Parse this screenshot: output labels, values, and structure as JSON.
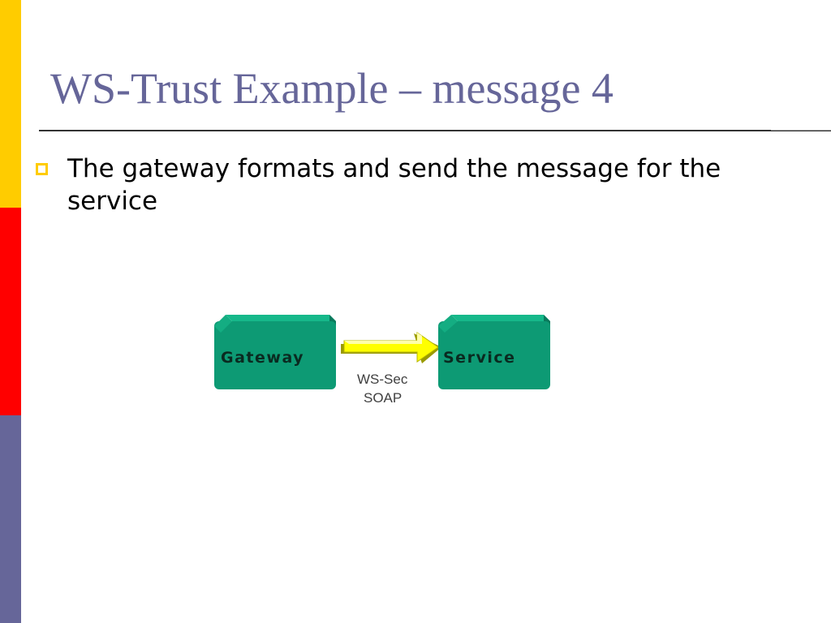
{
  "slide": {
    "title": "WS-Trust Example – message 4",
    "bullets": [
      "The gateway formats and send the message for the service"
    ]
  },
  "diagram": {
    "nodes": {
      "gateway": "Gateway",
      "service": "Service"
    },
    "edge": {
      "line1": "WS-Sec",
      "line2": "SOAP"
    }
  },
  "colors": {
    "title": "#666699",
    "sidebar_top": "#ffcc00",
    "sidebar_middle": "#ff0000",
    "sidebar_bottom": "#666699",
    "bullet": "#ffcc00",
    "node_fill": "#0d9a74",
    "arrow_fill": "#ffff00"
  }
}
